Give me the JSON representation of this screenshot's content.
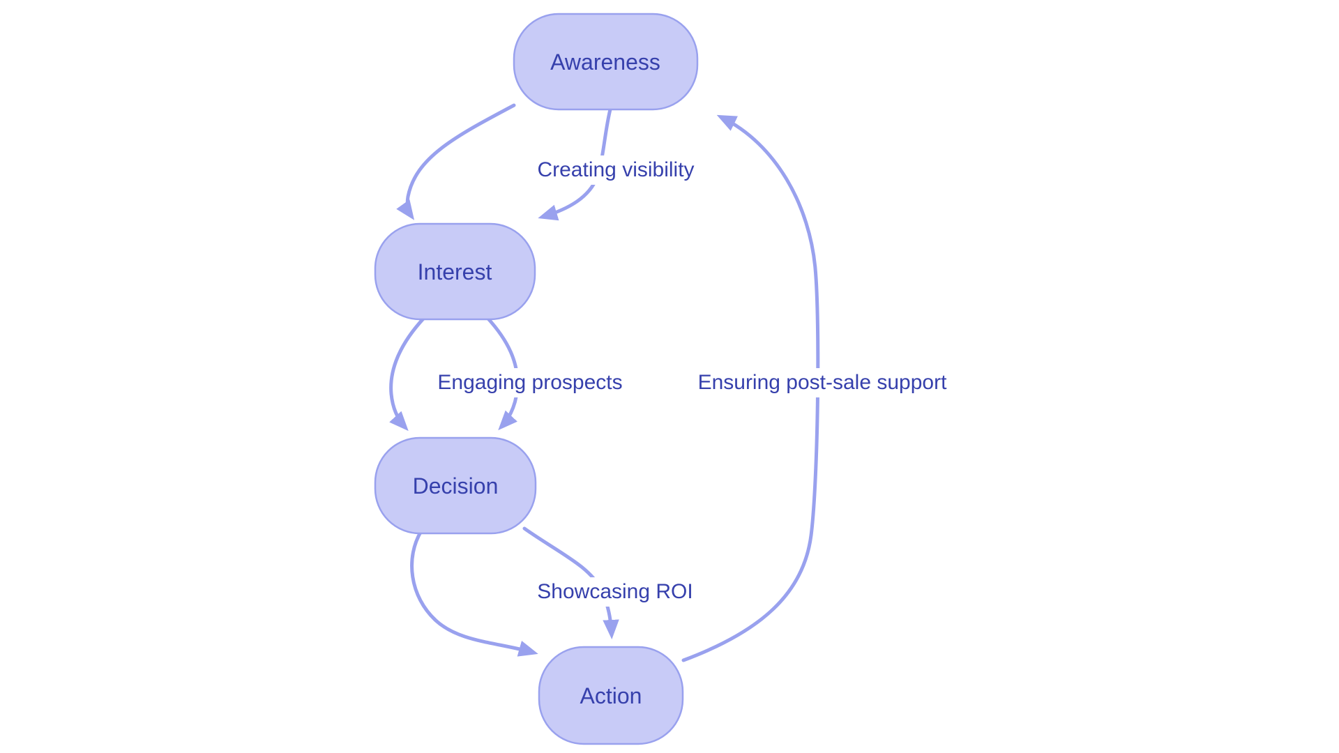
{
  "diagram": {
    "type": "flowchart-cycle",
    "nodes": [
      {
        "id": "awareness",
        "label": "Awareness"
      },
      {
        "id": "interest",
        "label": "Interest"
      },
      {
        "id": "decision",
        "label": "Decision"
      },
      {
        "id": "action",
        "label": "Action"
      }
    ],
    "edges": [
      {
        "from": "Awareness",
        "to": "Interest",
        "label": ""
      },
      {
        "from": "Awareness",
        "to": "Interest",
        "label": "Creating visibility"
      },
      {
        "from": "Interest",
        "to": "Decision",
        "label": ""
      },
      {
        "from": "Interest",
        "to": "Decision",
        "label": "Engaging prospects"
      },
      {
        "from": "Decision",
        "to": "Action",
        "label": ""
      },
      {
        "from": "Decision",
        "to": "Action",
        "label": "Showcasing ROI"
      },
      {
        "from": "Action",
        "to": "Awareness",
        "label": "Ensuring post-sale support"
      }
    ],
    "colors": {
      "node-fill": "#c8cbf7",
      "node-border": "#99a1ee",
      "edge": "#99a1ee",
      "text": "#3640ac",
      "background": "#ffffff"
    }
  }
}
